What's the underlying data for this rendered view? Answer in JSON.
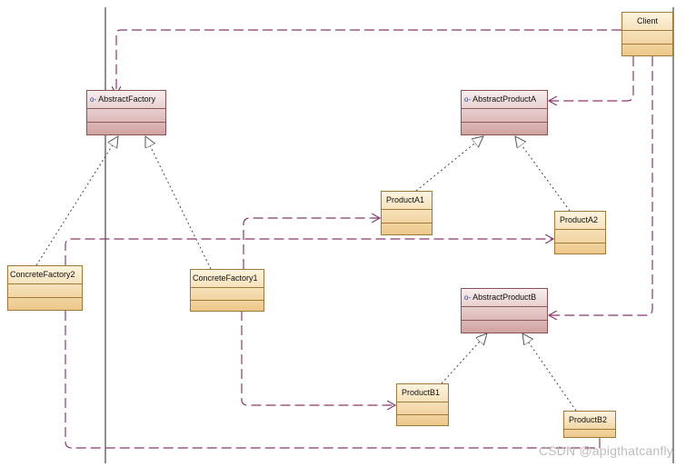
{
  "classes": {
    "client": "Client",
    "abstract_factory": "AbstractFactory",
    "abstract_product_a": "AbstractProductA",
    "abstract_product_b": "AbstractProductB",
    "concrete_factory1": "ConcreteFactory1",
    "concrete_factory2": "ConcreteFactory2",
    "product_a1": "ProductA1",
    "product_a2": "ProductA2",
    "product_b1": "ProductB1",
    "product_b2": "ProductB2"
  },
  "watermark": "CSDN @apigthatcanfly",
  "colors": {
    "abstract_fill": "#d2a2a2",
    "concrete_fill": "#edc88a",
    "dependency_line": "#8a3a6a",
    "realization_line": "#333333"
  }
}
